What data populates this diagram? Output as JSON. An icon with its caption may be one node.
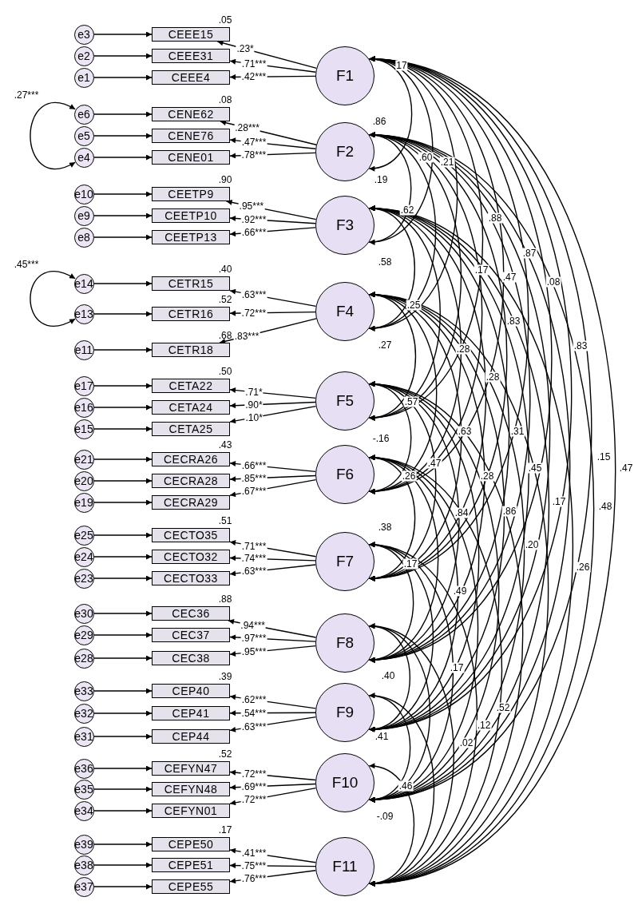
{
  "diagram": {
    "nodes": [
      {
        "text": [
          "e3"
        ]
      },
      {
        "text": [
          "e2"
        ]
      },
      {
        "text": [
          "e1"
        ]
      },
      {
        "text": [
          "CEEE15"
        ],
        "beside": [
          ".05"
        ]
      },
      {
        "text": [
          "CEEE31"
        ]
      },
      {
        "text": [
          "CEEE4"
        ]
      },
      {
        "text": [
          "F1"
        ]
      },
      {
        "text": [
          "e6"
        ]
      },
      {
        "text": [
          "e5"
        ]
      },
      {
        "text": [
          "e4"
        ]
      },
      {
        "text": [
          "CENE62"
        ],
        "beside": [
          ".08"
        ]
      },
      {
        "text": [
          "CENE76"
        ]
      },
      {
        "text": [
          "CENE01"
        ]
      },
      {
        "text": [
          "F2"
        ]
      },
      {
        "text": [
          "e10"
        ]
      },
      {
        "text": [
          "e9"
        ]
      },
      {
        "text": [
          "e8"
        ]
      },
      {
        "text": [
          "CEETP9"
        ],
        "beside": [
          ".90"
        ]
      },
      {
        "text": [
          "CEETP10"
        ]
      },
      {
        "text": [
          "CEETP13"
        ]
      },
      {
        "text": [
          "F3"
        ]
      },
      {
        "text": [
          "e14"
        ]
      },
      {
        "text": [
          "e13"
        ]
      },
      {
        "text": [
          "e11"
        ]
      },
      {
        "text": [
          "CETR15"
        ],
        "beside": [
          ".40"
        ]
      },
      {
        "text": [
          "CETR16"
        ],
        "beside": [
          ".52"
        ]
      },
      {
        "text": [
          "CETR18"
        ],
        "beside": [
          ".68"
        ]
      },
      {
        "text": [
          "F4"
        ]
      },
      {
        "text": [
          "e17"
        ]
      },
      {
        "text": [
          "e16"
        ]
      },
      {
        "text": [
          "e15"
        ]
      },
      {
        "text": [
          "CETA22"
        ],
        "beside": [
          ".50"
        ]
      },
      {
        "text": [
          "CETA24"
        ]
      },
      {
        "text": [
          "CETA25"
        ]
      },
      {
        "text": [
          "F5"
        ]
      },
      {
        "text": [
          "e21"
        ]
      },
      {
        "text": [
          "e20"
        ]
      },
      {
        "text": [
          "e19"
        ]
      },
      {
        "text": [
          "CECRA26"
        ],
        "beside": [
          ".43"
        ]
      },
      {
        "text": [
          "CECRA28"
        ]
      },
      {
        "text": [
          "CECRA29"
        ]
      },
      {
        "text": [
          "F6"
        ]
      },
      {
        "text": [
          "e25"
        ]
      },
      {
        "text": [
          "e24"
        ]
      },
      {
        "text": [
          "e23"
        ]
      },
      {
        "text": [
          "CECTO35"
        ],
        "beside": [
          ".51"
        ]
      },
      {
        "text": [
          "CECTO32"
        ]
      },
      {
        "text": [
          "CECTO33"
        ]
      },
      {
        "text": [
          "F7"
        ]
      },
      {
        "text": [
          "e30"
        ]
      },
      {
        "text": [
          "e29"
        ]
      },
      {
        "text": [
          "e28"
        ]
      },
      {
        "text": [
          "CEC36"
        ],
        "beside": [
          ".88"
        ]
      },
      {
        "text": [
          "CEC37"
        ]
      },
      {
        "text": [
          "CEC38"
        ]
      },
      {
        "text": [
          "F8"
        ]
      },
      {
        "text": [
          "e33"
        ]
      },
      {
        "text": [
          "e32"
        ]
      },
      {
        "text": [
          "e31"
        ]
      },
      {
        "text": [
          "CEP40"
        ],
        "beside": [
          ".39"
        ]
      },
      {
        "text": [
          "CEP41"
        ]
      },
      {
        "text": [
          "CEP44"
        ]
      },
      {
        "text": [
          "F9"
        ]
      },
      {
        "text": [
          "e36"
        ]
      },
      {
        "text": [
          "e35"
        ]
      },
      {
        "text": [
          "e34"
        ]
      },
      {
        "text": [
          "CEFYN47"
        ],
        "beside": [
          ".52"
        ]
      },
      {
        "text": [
          "CEFYN48"
        ]
      },
      {
        "text": [
          "CEFYN01"
        ]
      },
      {
        "text": [
          "F10"
        ]
      },
      {
        "text": [
          "e39"
        ]
      },
      {
        "text": [
          "e38"
        ]
      },
      {
        "text": [
          "e37"
        ]
      },
      {
        "text": [
          "CEPE50"
        ],
        "beside": [
          ".17"
        ]
      },
      {
        "text": [
          "CEPE51"
        ]
      },
      {
        "text": [
          "CEPE55"
        ]
      },
      {
        "text": [
          "F11"
        ]
      }
    ],
    "edges": [
      {
        "from": 0,
        "to": 3,
        "arrow": "to"
      },
      {
        "from": 1,
        "to": 4,
        "arrow": "to"
      },
      {
        "from": 2,
        "to": 5,
        "arrow": "to"
      },
      {
        "from": 6,
        "to": 3,
        "arrow": "to",
        "label": ".23*"
      },
      {
        "from": 6,
        "to": 4,
        "arrow": "to",
        "label": ".71***"
      },
      {
        "from": 6,
        "to": 5,
        "arrow": "to",
        "label": ".42***"
      },
      {
        "from": 7,
        "to": 10,
        "arrow": "to"
      },
      {
        "from": 8,
        "to": 11,
        "arrow": "to"
      },
      {
        "from": 9,
        "to": 12,
        "arrow": "to"
      },
      {
        "from": 13,
        "to": 10,
        "arrow": "to",
        "label": ".28***"
      },
      {
        "from": 13,
        "to": 11,
        "arrow": "to",
        "label": ".47***"
      },
      {
        "from": 13,
        "to": 12,
        "arrow": "to",
        "label": ".78***"
      },
      {
        "from": 14,
        "to": 17,
        "arrow": "to"
      },
      {
        "from": 15,
        "to": 18,
        "arrow": "to"
      },
      {
        "from": 16,
        "to": 19,
        "arrow": "to"
      },
      {
        "from": 20,
        "to": 17,
        "arrow": "to",
        "label": ".95***"
      },
      {
        "from": 20,
        "to": 18,
        "arrow": "to",
        "label": ".92***"
      },
      {
        "from": 20,
        "to": 19,
        "arrow": "to",
        "label": ".66***"
      },
      {
        "from": 21,
        "to": 24,
        "arrow": "to"
      },
      {
        "from": 22,
        "to": 25,
        "arrow": "to"
      },
      {
        "from": 23,
        "to": 26,
        "arrow": "to"
      },
      {
        "from": 27,
        "to": 24,
        "arrow": "to",
        "label": ".63***"
      },
      {
        "from": 27,
        "to": 25,
        "arrow": "to",
        "label": ".72***"
      },
      {
        "from": 27,
        "to": 26,
        "arrow": "to",
        "label": ".83***"
      },
      {
        "from": 28,
        "to": 31,
        "arrow": "to"
      },
      {
        "from": 29,
        "to": 32,
        "arrow": "to"
      },
      {
        "from": 30,
        "to": 33,
        "arrow": "to"
      },
      {
        "from": 34,
        "to": 31,
        "arrow": "to",
        "label": ".71*"
      },
      {
        "from": 34,
        "to": 32,
        "arrow": "to",
        "label": ".90*"
      },
      {
        "from": 34,
        "to": 33,
        "arrow": "to",
        "label": ".10*"
      },
      {
        "from": 35,
        "to": 38,
        "arrow": "to"
      },
      {
        "from": 36,
        "to": 39,
        "arrow": "to"
      },
      {
        "from": 37,
        "to": 40,
        "arrow": "to"
      },
      {
        "from": 41,
        "to": 38,
        "arrow": "to",
        "label": ".66***"
      },
      {
        "from": 41,
        "to": 39,
        "arrow": "to",
        "label": ".85***"
      },
      {
        "from": 41,
        "to": 40,
        "arrow": "to",
        "label": ".67***"
      },
      {
        "from": 42,
        "to": 45,
        "arrow": "to"
      },
      {
        "from": 43,
        "to": 46,
        "arrow": "to"
      },
      {
        "from": 44,
        "to": 47,
        "arrow": "to"
      },
      {
        "from": 48,
        "to": 45,
        "arrow": "to",
        "label": ".71***"
      },
      {
        "from": 48,
        "to": 46,
        "arrow": "to",
        "label": ".74***"
      },
      {
        "from": 48,
        "to": 47,
        "arrow": "to",
        "label": ".63***"
      },
      {
        "from": 49,
        "to": 52,
        "arrow": "to"
      },
      {
        "from": 50,
        "to": 53,
        "arrow": "to"
      },
      {
        "from": 51,
        "to": 54,
        "arrow": "to"
      },
      {
        "from": 55,
        "to": 52,
        "arrow": "to",
        "label": ".94***"
      },
      {
        "from": 55,
        "to": 53,
        "arrow": "to",
        "label": ".97***"
      },
      {
        "from": 55,
        "to": 54,
        "arrow": "to",
        "label": ".95***"
      },
      {
        "from": 56,
        "to": 59,
        "arrow": "to"
      },
      {
        "from": 57,
        "to": 60,
        "arrow": "to"
      },
      {
        "from": 58,
        "to": 61,
        "arrow": "to"
      },
      {
        "from": 62,
        "to": 59,
        "arrow": "to",
        "label": ".62***"
      },
      {
        "from": 62,
        "to": 60,
        "arrow": "to",
        "label": ".54***"
      },
      {
        "from": 62,
        "to": 61,
        "arrow": "to",
        "label": ".63***"
      },
      {
        "from": 63,
        "to": 66,
        "arrow": "to"
      },
      {
        "from": 64,
        "to": 67,
        "arrow": "to"
      },
      {
        "from": 65,
        "to": 68,
        "arrow": "to"
      },
      {
        "from": 69,
        "to": 66,
        "arrow": "to",
        "label": ".72***"
      },
      {
        "from": 69,
        "to": 67,
        "arrow": "to",
        "label": ".69***"
      },
      {
        "from": 69,
        "to": 68,
        "arrow": "to",
        "label": ".72***"
      },
      {
        "from": 70,
        "to": 73,
        "arrow": "to"
      },
      {
        "from": 71,
        "to": 74,
        "arrow": "to"
      },
      {
        "from": 72,
        "to": 75,
        "arrow": "to"
      },
      {
        "from": 76,
        "to": 73,
        "arrow": "to",
        "label": ".41***"
      },
      {
        "from": 76,
        "to": 74,
        "arrow": "to",
        "label": ".75***"
      },
      {
        "from": 76,
        "to": 75,
        "arrow": "to",
        "label": ".76***"
      },
      {
        "from": 7,
        "to": 9,
        "arrow": "both",
        "label": ".27***"
      },
      {
        "from": 21,
        "to": 22,
        "arrow": "both",
        "label": ".45***"
      },
      {
        "from": 6,
        "to": 13,
        "arrow": "both"
      },
      {
        "from": 6,
        "to": 20,
        "arrow": "both"
      },
      {
        "from": 6,
        "to": 27,
        "arrow": "both"
      },
      {
        "from": 6,
        "to": 34,
        "arrow": "both"
      },
      {
        "from": 6,
        "to": 41,
        "arrow": "both"
      },
      {
        "from": 6,
        "to": 48,
        "arrow": "both"
      },
      {
        "from": 6,
        "to": 55,
        "arrow": "both"
      },
      {
        "from": 6,
        "to": 62,
        "arrow": "both"
      },
      {
        "from": 6,
        "to": 69,
        "arrow": "both"
      },
      {
        "from": 6,
        "to": 76,
        "arrow": "both"
      },
      {
        "from": 13,
        "to": 20,
        "arrow": "both"
      },
      {
        "from": 13,
        "to": 27,
        "arrow": "both"
      },
      {
        "from": 13,
        "to": 34,
        "arrow": "both"
      },
      {
        "from": 13,
        "to": 41,
        "arrow": "both"
      },
      {
        "from": 13,
        "to": 48,
        "arrow": "both"
      },
      {
        "from": 13,
        "to": 55,
        "arrow": "both"
      },
      {
        "from": 13,
        "to": 62,
        "arrow": "both"
      },
      {
        "from": 13,
        "to": 69,
        "arrow": "both"
      },
      {
        "from": 13,
        "to": 76,
        "arrow": "both"
      },
      {
        "from": 20,
        "to": 27,
        "arrow": "both"
      },
      {
        "from": 20,
        "to": 34,
        "arrow": "both"
      },
      {
        "from": 20,
        "to": 41,
        "arrow": "both"
      },
      {
        "from": 20,
        "to": 48,
        "arrow": "both"
      },
      {
        "from": 20,
        "to": 55,
        "arrow": "both"
      },
      {
        "from": 20,
        "to": 62,
        "arrow": "both"
      },
      {
        "from": 20,
        "to": 69,
        "arrow": "both"
      },
      {
        "from": 20,
        "to": 76,
        "arrow": "both"
      },
      {
        "from": 27,
        "to": 34,
        "arrow": "both"
      },
      {
        "from": 27,
        "to": 41,
        "arrow": "both"
      },
      {
        "from": 27,
        "to": 48,
        "arrow": "both"
      },
      {
        "from": 27,
        "to": 55,
        "arrow": "both"
      },
      {
        "from": 27,
        "to": 62,
        "arrow": "both"
      },
      {
        "from": 27,
        "to": 69,
        "arrow": "both"
      },
      {
        "from": 27,
        "to": 76,
        "arrow": "both"
      },
      {
        "from": 34,
        "to": 41,
        "arrow": "both"
      },
      {
        "from": 34,
        "to": 48,
        "arrow": "both"
      },
      {
        "from": 34,
        "to": 55,
        "arrow": "both"
      },
      {
        "from": 34,
        "to": 62,
        "arrow": "both"
      },
      {
        "from": 34,
        "to": 69,
        "arrow": "both"
      },
      {
        "from": 34,
        "to": 76,
        "arrow": "both"
      },
      {
        "from": 41,
        "to": 48,
        "arrow": "both"
      },
      {
        "from": 41,
        "to": 55,
        "arrow": "both"
      },
      {
        "from": 41,
        "to": 62,
        "arrow": "both"
      },
      {
        "from": 41,
        "to": 69,
        "arrow": "both"
      },
      {
        "from": 41,
        "to": 76,
        "arrow": "both"
      },
      {
        "from": 48,
        "to": 55,
        "arrow": "both"
      },
      {
        "from": 48,
        "to": 62,
        "arrow": "both"
      },
      {
        "from": 48,
        "to": 69,
        "arrow": "both"
      },
      {
        "from": 48,
        "to": 76,
        "arrow": "both"
      },
      {
        "from": 55,
        "to": 62,
        "arrow": "both"
      },
      {
        "from": 55,
        "to": 69,
        "arrow": "both"
      },
      {
        "from": 55,
        "to": 76,
        "arrow": "both"
      },
      {
        "from": 62,
        "to": 69,
        "arrow": "both"
      },
      {
        "from": 62,
        "to": 76,
        "arrow": "both"
      },
      {
        "from": 69,
        "to": 76,
        "arrow": "both"
      }
    ],
    "labels": [
      "17",
      ".86",
      ".60",
      ".21",
      ".19",
      ".62",
      ".88",
      ".87",
      ".17",
      ".47",
      ".08",
      ".58",
      ".25",
      ".83",
      ".27",
      ".28",
      ".83",
      ".28",
      ".57",
      ".63",
      ".31",
      "-.16",
      ".47",
      ".26",
      ".28",
      ".45",
      ".15",
      ".47",
      ".17",
      ".48",
      ".84",
      ".86",
      ".38",
      ".20",
      ".17",
      ".26",
      ".49",
      ".40",
      ".17",
      ".52",
      ".12",
      ".41",
      ".02",
      ".46",
      "-.09"
    ]
  }
}
